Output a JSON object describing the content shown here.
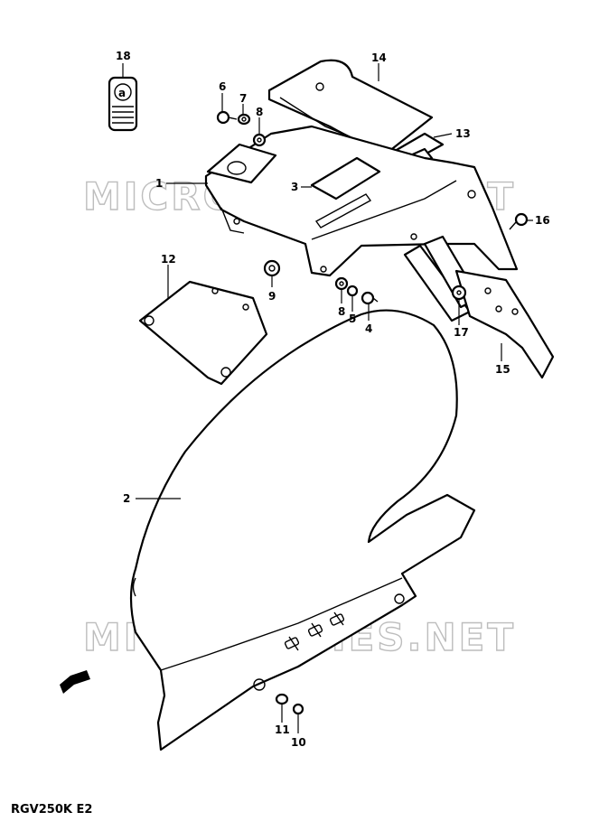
{
  "watermark": "MICROFICHES.NET",
  "model_code": "RGV250K E2",
  "callouts": {
    "c1": "1",
    "c2": "2",
    "c3": "3",
    "c4": "4",
    "c5": "5",
    "c6": "6",
    "c7": "7",
    "c8a": "8",
    "c8b": "8",
    "c9": "9",
    "c10": "10",
    "c11": "11",
    "c12": "12",
    "c13": "13",
    "c14": "14",
    "c15": "15",
    "c16": "16",
    "c17": "17",
    "c18": "18"
  },
  "icons": [
    "caution-label-icon",
    "front-direction-arrow-icon"
  ]
}
